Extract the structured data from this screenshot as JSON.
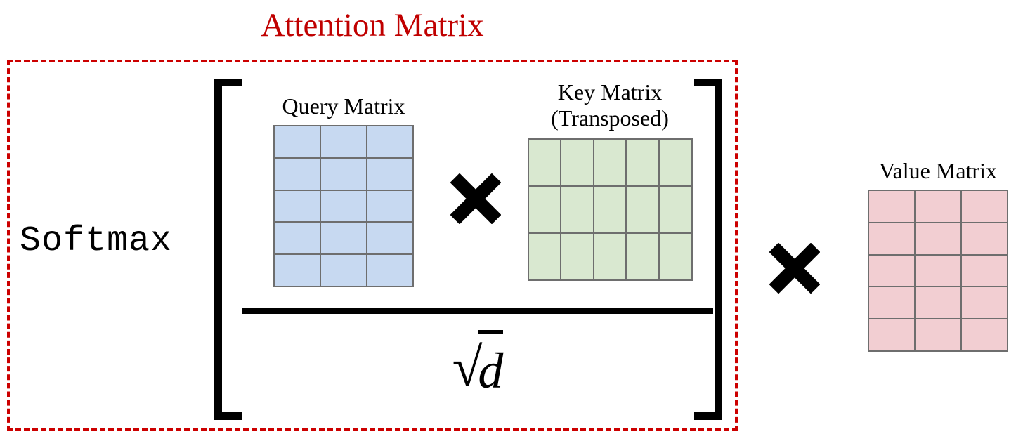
{
  "title": {
    "text": "Attention Matrix",
    "color": "#c00000"
  },
  "attention_box": {
    "border_color": "#cc0000",
    "border_style": "dashed"
  },
  "softmax": {
    "label": "Softmax"
  },
  "formula": {
    "denominator_radical": "√",
    "denominator_variable": "d",
    "fraction_bar": true,
    "bracket_left": "[",
    "bracket_right": "]"
  },
  "operators": {
    "multiply_query_key": "×",
    "multiply_attention_value": "×"
  },
  "matrices": [
    {
      "id": "query",
      "label": "Query Matrix",
      "rows": 5,
      "cols": 3,
      "fill": "#c7d9f1",
      "border": "#6e6e6e"
    },
    {
      "id": "key",
      "label": "Key Matrix\n(Transposed)",
      "rows": 3,
      "cols": 5,
      "fill": "#d9e8d0",
      "border": "#6e6e6e"
    },
    {
      "id": "value",
      "label": "Value Matrix",
      "rows": 5,
      "cols": 3,
      "fill": "#f2ced2",
      "border": "#6e6e6e"
    }
  ]
}
